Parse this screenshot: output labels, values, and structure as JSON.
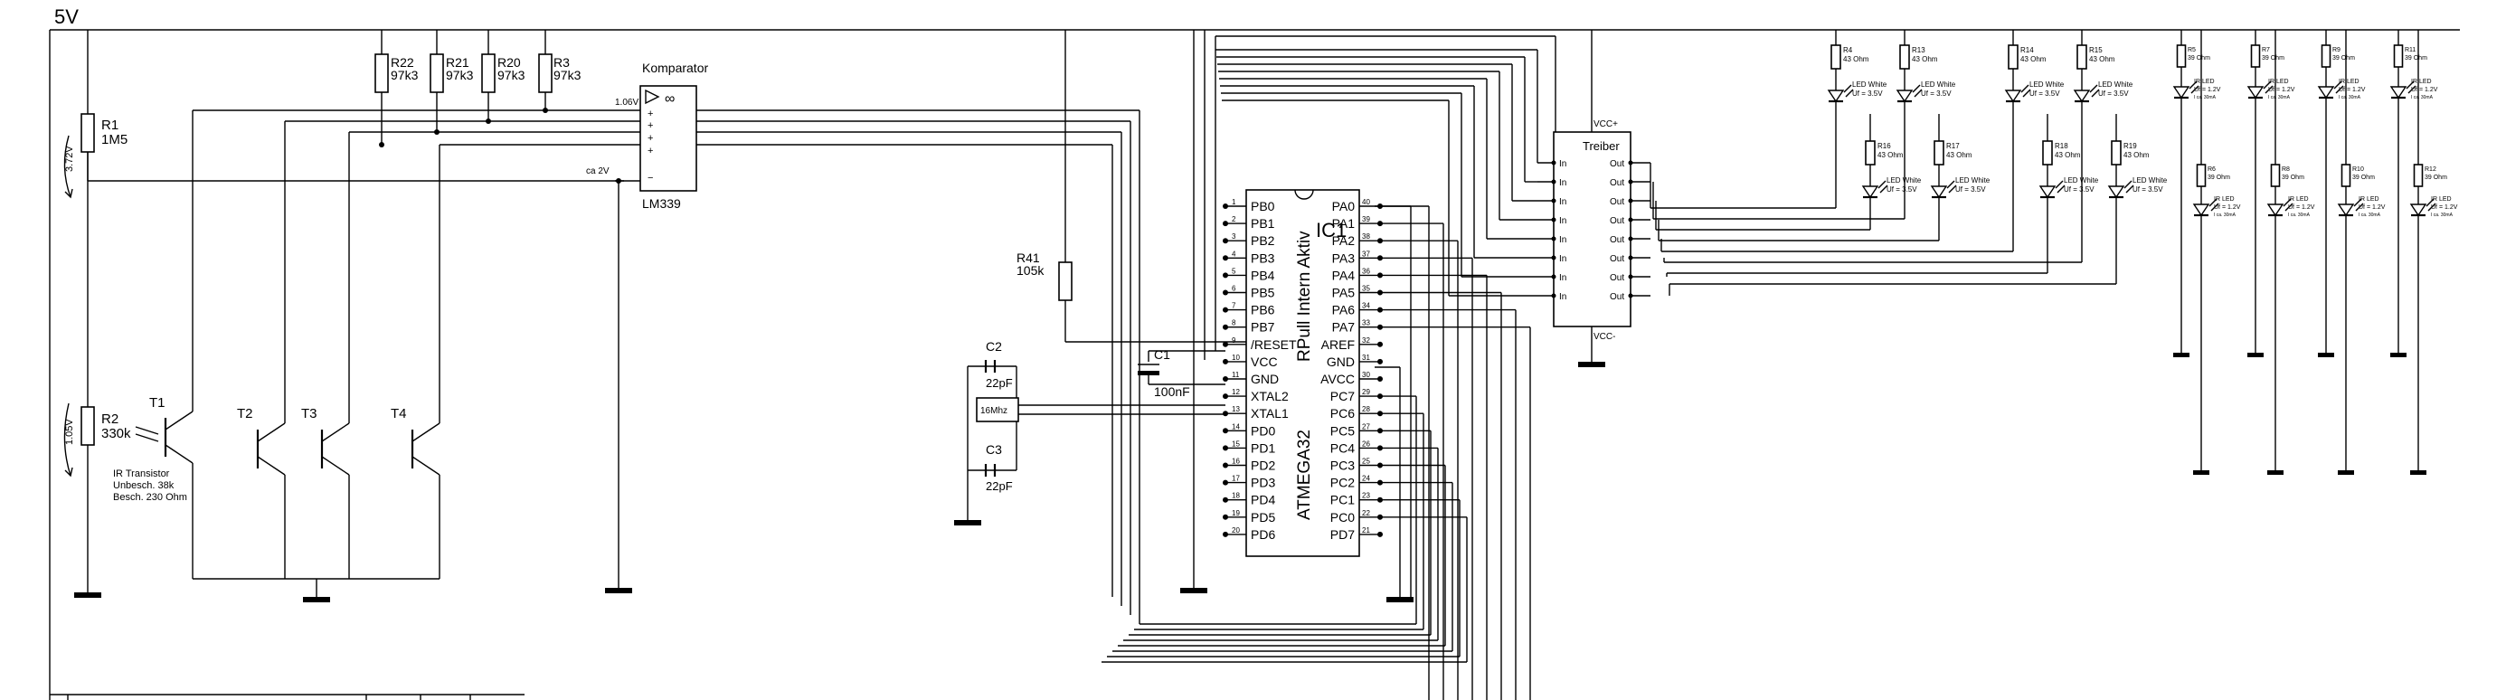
{
  "supply": {
    "label": "5V"
  },
  "colors": {
    "wire": "#000000",
    "background": "#ffffff"
  },
  "resistors_top": [
    {
      "name": "R22",
      "value": "97k3"
    },
    {
      "name": "R21",
      "value": "97k3"
    },
    {
      "name": "R20",
      "value": "97k3"
    },
    {
      "name": "R3",
      "value": "97k3"
    }
  ],
  "left_resistors": [
    {
      "name": "R1",
      "value": "1M5",
      "voltage": "3.72V"
    },
    {
      "name": "R2",
      "value": "330k",
      "voltage": "1.05V"
    }
  ],
  "comparator": {
    "title": "Komparator",
    "part": "LM339",
    "ref_voltage": "1.06V",
    "ca_voltage": "ca 2V"
  },
  "transistors": [
    {
      "name": "T1"
    },
    {
      "name": "T2"
    },
    {
      "name": "T3"
    },
    {
      "name": "T4"
    }
  ],
  "ir_note": [
    "IR Transistor",
    "Unbesch. 38k",
    "Besch. 230 Ohm"
  ],
  "r41": {
    "name": "R41",
    "value": "105k"
  },
  "caps": [
    {
      "name": "C2",
      "value": "22pF"
    },
    {
      "name": "C3",
      "value": "22pF"
    },
    {
      "name": "C1",
      "value": "100nF"
    }
  ],
  "crystal": {
    "label": "16Mhz"
  },
  "ic": {
    "ref": "IC1",
    "name": "ATMEGA32",
    "note": "RPull Intern Aktiv",
    "left_pins": [
      {
        "num": "1",
        "name": "PB0"
      },
      {
        "num": "2",
        "name": "PB1"
      },
      {
        "num": "3",
        "name": "PB2"
      },
      {
        "num": "4",
        "name": "PB3"
      },
      {
        "num": "5",
        "name": "PB4"
      },
      {
        "num": "6",
        "name": "PB5"
      },
      {
        "num": "7",
        "name": "PB6"
      },
      {
        "num": "8",
        "name": "PB7"
      },
      {
        "num": "9",
        "name": "/RESET"
      },
      {
        "num": "10",
        "name": "VCC"
      },
      {
        "num": "11",
        "name": "GND"
      },
      {
        "num": "12",
        "name": "XTAL2"
      },
      {
        "num": "13",
        "name": "XTAL1"
      },
      {
        "num": "14",
        "name": "PD0"
      },
      {
        "num": "15",
        "name": "PD1"
      },
      {
        "num": "16",
        "name": "PD2"
      },
      {
        "num": "17",
        "name": "PD3"
      },
      {
        "num": "18",
        "name": "PD4"
      },
      {
        "num": "19",
        "name": "PD5"
      },
      {
        "num": "20",
        "name": "PD6"
      }
    ],
    "right_pins": [
      {
        "num": "40",
        "name": "PA0"
      },
      {
        "num": "39",
        "name": "PA1"
      },
      {
        "num": "38",
        "name": "PA2"
      },
      {
        "num": "37",
        "name": "PA3"
      },
      {
        "num": "36",
        "name": "PA4"
      },
      {
        "num": "35",
        "name": "PA5"
      },
      {
        "num": "34",
        "name": "PA6"
      },
      {
        "num": "33",
        "name": "PA7"
      },
      {
        "num": "32",
        "name": "AREF"
      },
      {
        "num": "31",
        "name": "GND"
      },
      {
        "num": "30",
        "name": "AVCC"
      },
      {
        "num": "29",
        "name": "PC7"
      },
      {
        "num": "28",
        "name": "PC6"
      },
      {
        "num": "27",
        "name": "PC5"
      },
      {
        "num": "26",
        "name": "PC4"
      },
      {
        "num": "25",
        "name": "PC3"
      },
      {
        "num": "24",
        "name": "PC2"
      },
      {
        "num": "23",
        "name": "PC1"
      },
      {
        "num": "22",
        "name": "PC0"
      },
      {
        "num": "21",
        "name": "PD7"
      }
    ]
  },
  "driver": {
    "title": "Treiber",
    "vcc_plus": "VCC+",
    "vcc_minus": "VCC-",
    "in_label": "In",
    "out_label": "Out"
  },
  "white_leds": [
    {
      "r": "R4",
      "rv": "43 Ohm",
      "led": "LED White",
      "uf": "Uf = 3.5V"
    },
    {
      "r": "R13",
      "rv": "43 Ohm",
      "led": "LED White",
      "uf": "Uf = 3.5V"
    },
    {
      "r": "R16",
      "rv": "43 Ohm",
      "led": "LED White",
      "uf": "Uf = 3.5V"
    },
    {
      "r": "R17",
      "rv": "43 Ohm",
      "led": "LED White",
      "uf": "Uf = 3.5V"
    },
    {
      "r": "R14",
      "rv": "43 Ohm",
      "led": "LED White",
      "uf": "Uf = 3.5V"
    },
    {
      "r": "R15",
      "rv": "43 Ohm",
      "led": "LED White",
      "uf": "Uf = 3.5V"
    },
    {
      "r": "R18",
      "rv": "43 Ohm",
      "led": "LED White",
      "uf": "Uf = 3.5V"
    },
    {
      "r": "R19",
      "rv": "43 Ohm",
      "led": "LED White",
      "uf": "Uf = 3.5V"
    }
  ],
  "ir_leds": [
    {
      "r": "R5",
      "rv": "39 Ohm",
      "led": "IR LED",
      "uf": "Uf = 1.2V",
      "i": "I ca. 30mA"
    },
    {
      "r": "R7",
      "rv": "39 Ohm",
      "led": "IR LED",
      "uf": "Uf = 1.2V",
      "i": "I ca. 30mA"
    },
    {
      "r": "R9",
      "rv": "39 Ohm",
      "led": "IR LED",
      "uf": "Uf = 1.2V",
      "i": "I ca. 30mA"
    },
    {
      "r": "R11",
      "rv": "39 Ohm",
      "led": "IR LED",
      "uf": "Uf = 1.2V",
      "i": "I ca. 30mA"
    },
    {
      "r": "R6",
      "rv": "39 Ohm",
      "led": "IR LED",
      "uf": "Uf = 1.2V",
      "i": "I ca. 30mA"
    },
    {
      "r": "R8",
      "rv": "39 Ohm",
      "led": "IR LED",
      "uf": "Uf = 1.2V",
      "i": "I ca. 30mA"
    },
    {
      "r": "R10",
      "rv": "39 Ohm",
      "led": "IR LED",
      "uf": "Uf = 1.2V",
      "i": "I ca. 30mA"
    },
    {
      "r": "R12",
      "rv": "39 Ohm",
      "led": "IR LED",
      "uf": "Uf = 1.2V",
      "i": "I ca. 30mA"
    }
  ]
}
